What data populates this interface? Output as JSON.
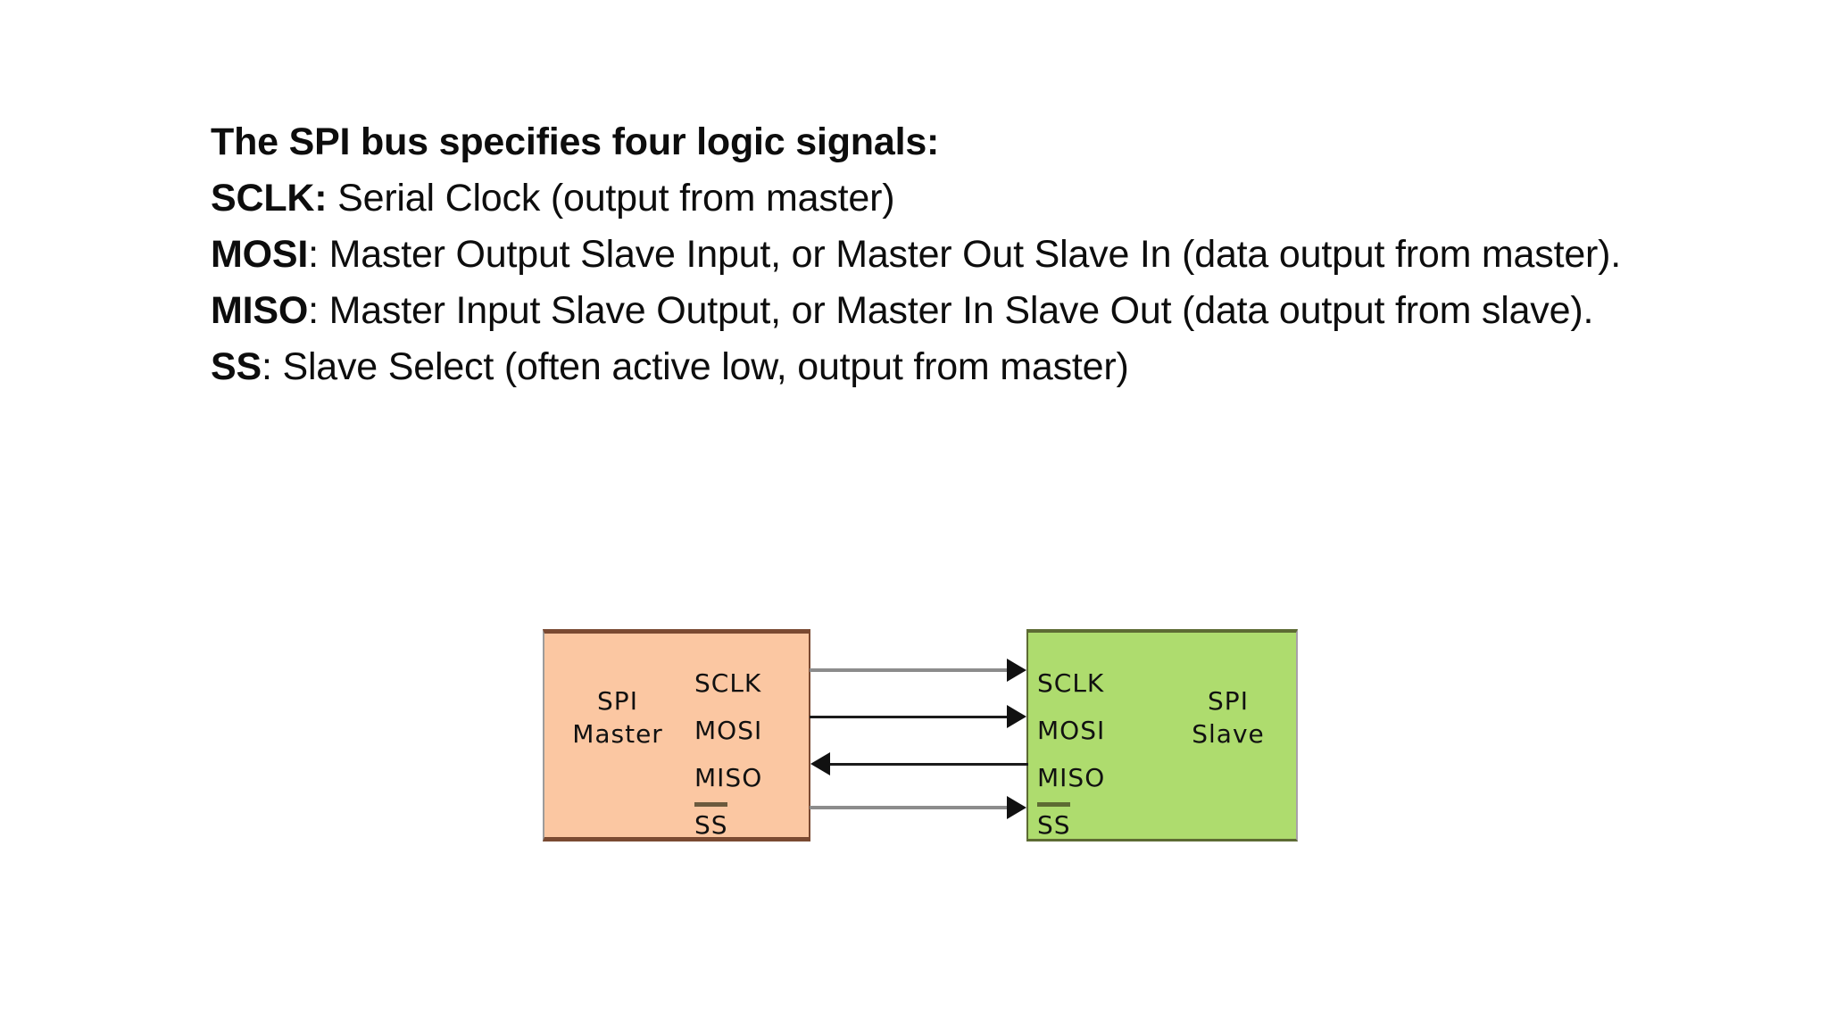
{
  "slide": {
    "heading": "The SPI bus specifies four logic signals:",
    "lines": [
      {
        "term": "SCLK:",
        "rest": " Serial Clock (output from master)"
      },
      {
        "term": "MOSI",
        "rest": ": Master Output Slave Input, or Master Out Slave In (data output from master)."
      },
      {
        "term": "MISO",
        "rest": ": Master Input Slave Output, or Master In Slave Out (data output from slave)."
      },
      {
        "term": "SS",
        "rest": ": Slave Select (often active low, output from master)"
      }
    ]
  },
  "diagram": {
    "master": {
      "role": "SPI\nMaster",
      "fill": "#FBC7A2",
      "border": "#7a4a32",
      "pins": [
        "SCLK",
        "MOSI",
        "MISO",
        "SS"
      ]
    },
    "slave": {
      "role": "SPI\nSlave",
      "fill": "#AEDC6E",
      "border": "#5d6b33",
      "pins": [
        "SCLK",
        "MOSI",
        "MISO",
        "SS"
      ]
    },
    "signals": [
      {
        "name": "SCLK",
        "direction": "master-to-slave",
        "line_color": "#8c8c8c"
      },
      {
        "name": "MOSI",
        "direction": "master-to-slave",
        "line_color": "#1b1b1b"
      },
      {
        "name": "MISO",
        "direction": "slave-to-master",
        "line_color": "#1b1b1b"
      },
      {
        "name": "SS",
        "direction": "master-to-slave",
        "line_color": "#8c8c8c"
      }
    ]
  }
}
